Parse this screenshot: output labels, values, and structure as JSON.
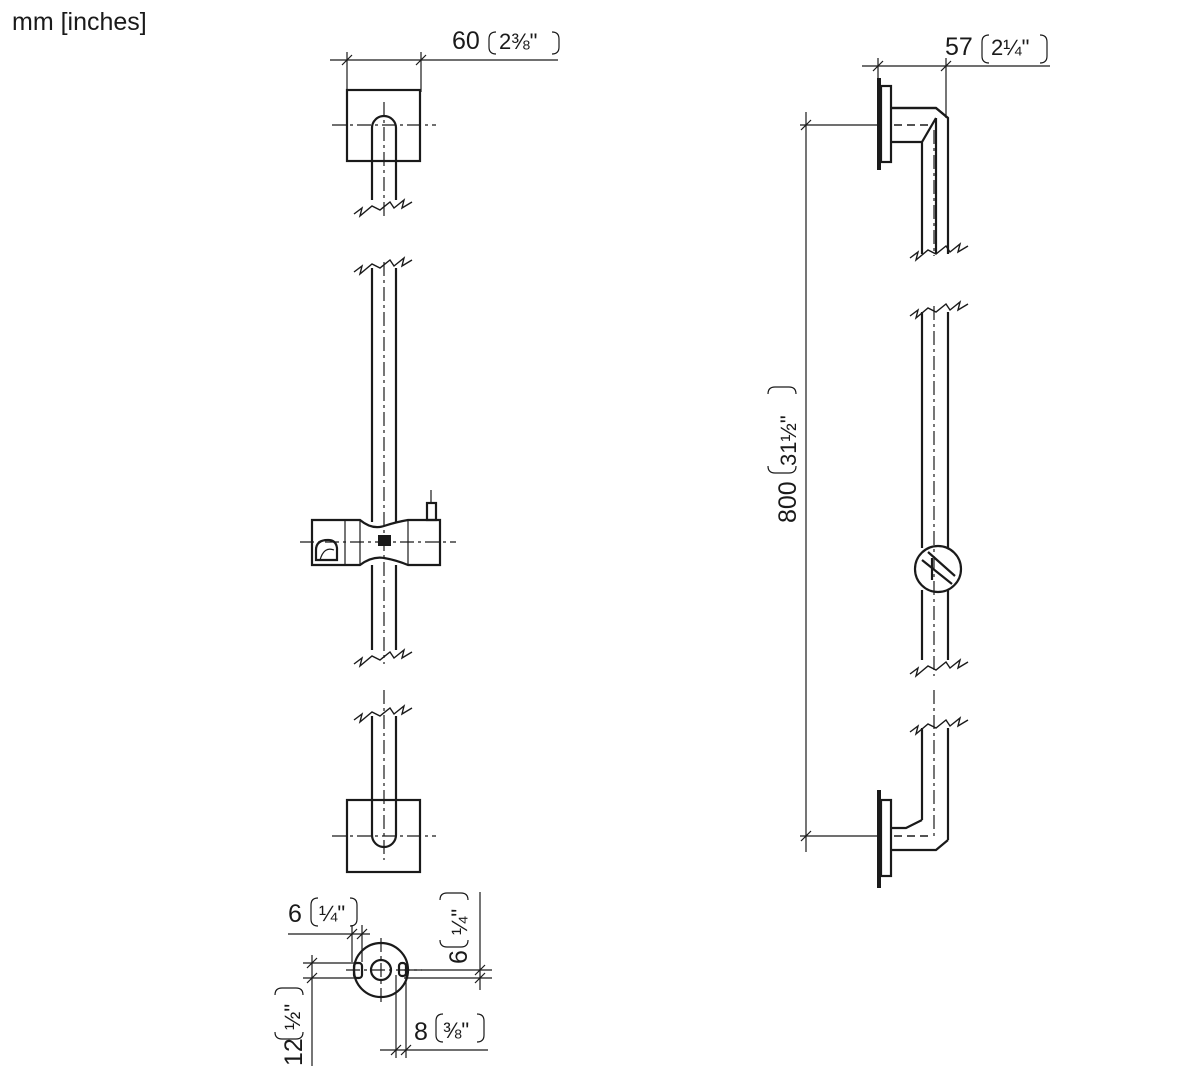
{
  "units_label": "mm [inches]",
  "dimensions": {
    "front_width": {
      "mm": "60",
      "inch": "2⅜\""
    },
    "side_depth": {
      "mm": "57",
      "inch": "2¼\""
    },
    "total_height": {
      "mm": "800",
      "inch": "31½\""
    },
    "detail_offset_h": {
      "mm": "6",
      "inch": "¼\""
    },
    "detail_offset_v": {
      "mm": "6",
      "inch": "¼\""
    },
    "detail_radius": {
      "mm": "8",
      "inch": "⅜\""
    },
    "detail_height": {
      "mm": "12",
      "inch": "½\""
    }
  },
  "colors": {
    "ink": "#1a1a1a",
    "background": "#ffffff"
  }
}
